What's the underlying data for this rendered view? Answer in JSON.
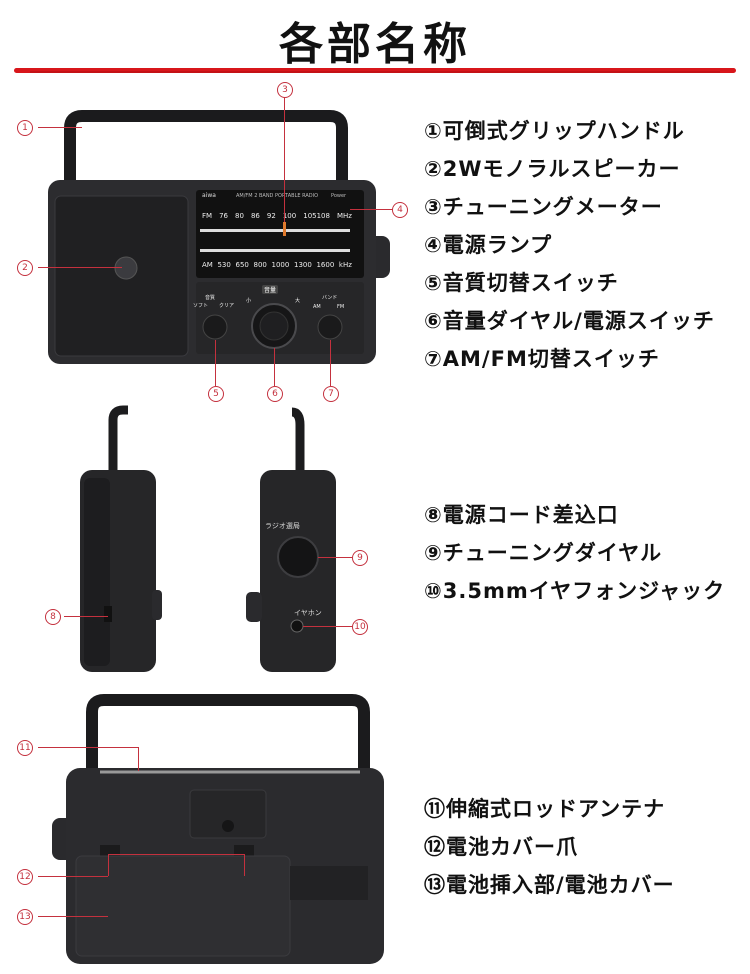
{
  "title": "各部名称",
  "radio_front": {
    "brand": "aiwa",
    "model_text": "AM/FM 2 BAND PORTABLE RADIO",
    "power_text": "Power",
    "fm_scale": [
      "FM",
      "76",
      "80",
      "86",
      "92",
      "100",
      "105108",
      "MHz"
    ],
    "am_scale": [
      "AM",
      "530",
      "650",
      "800",
      "1000",
      "1300",
      "1600",
      "kHz"
    ],
    "tone_label": "音質",
    "tone_soft": "ソフト",
    "tone_clear": "クリア",
    "volume_label": "音量",
    "vol_small": "小",
    "vol_large": "大",
    "band_label": "バンド",
    "band_am": "AM",
    "band_fm": "FM"
  },
  "radio_side": {
    "tuning_label": "ラジオ選局",
    "earphone_label": "イヤホン"
  },
  "callouts_top": [
    "1",
    "2",
    "3",
    "4",
    "5",
    "6",
    "7"
  ],
  "callouts_mid": [
    "8",
    "9",
    "10"
  ],
  "callouts_bottom": [
    "11",
    "12",
    "13"
  ],
  "parts_group1": [
    "①可倒式グリップハンドル",
    "②2Wモノラルスピーカー",
    "③チューニングメーター",
    "④電源ランプ",
    "⑤音質切替スイッチ",
    "⑥音量ダイヤル/電源スイッチ",
    "⑦AM/FM切替スイッチ"
  ],
  "parts_group2": [
    "⑧電源コード差込口",
    "⑨チューニングダイヤル",
    "⑩3.5mmイヤフォンジャック"
  ],
  "parts_group3": [
    "⑪伸縮式ロッドアンテナ",
    "⑫電池カバー爪",
    "⑬電池挿入部/電池カバー"
  ]
}
